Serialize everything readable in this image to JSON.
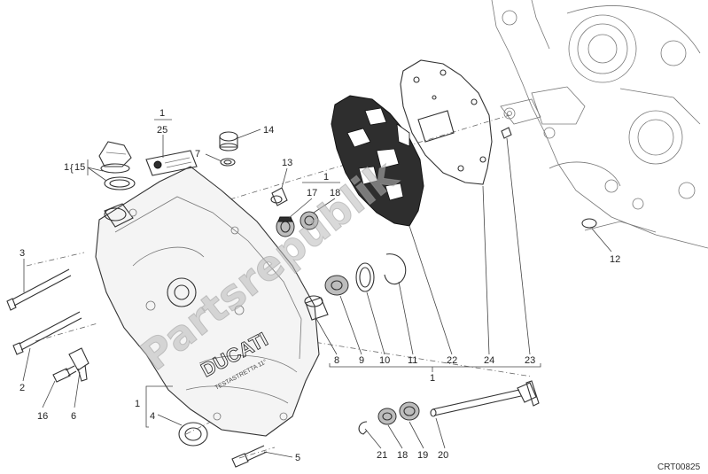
{
  "labels": {
    "p1a": "1",
    "p25": "25",
    "p1b": "1",
    "p15": "15",
    "p7": "7",
    "p14": "14",
    "p13": "13",
    "p1c": "1",
    "p17": "17",
    "p18a": "18",
    "p3": "3",
    "p2": "2",
    "p16": "16",
    "p6": "6",
    "p1d": "1",
    "p4": "4",
    "p5": "5",
    "p8": "8",
    "p9": "9",
    "p10": "10",
    "p11": "11",
    "p22": "22",
    "p24": "24",
    "p23": "23",
    "p1e": "1",
    "p12": "12",
    "p21": "21",
    "p18b": "18",
    "p19": "19",
    "p20": "20"
  },
  "watermark": "Partsrepublik",
  "diagram_code": "CRT00825",
  "casting_text": {
    "brand": "DUCATI",
    "sub": "TESTASTRETTA 11°"
  }
}
